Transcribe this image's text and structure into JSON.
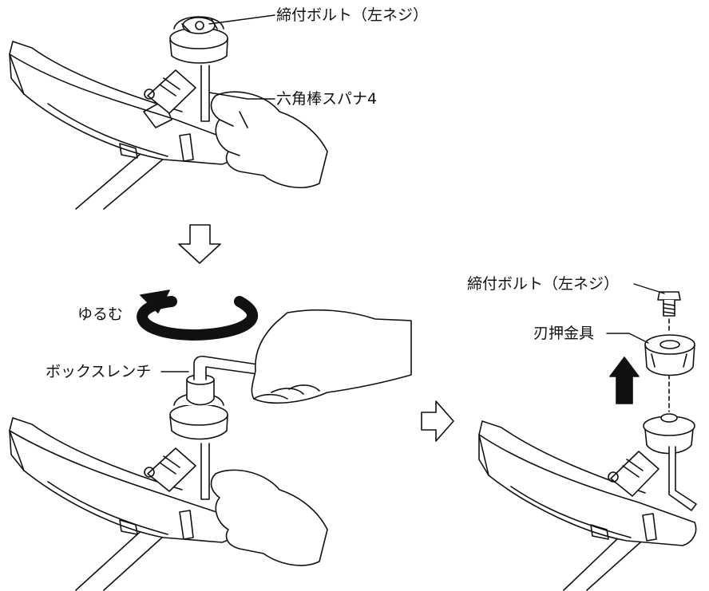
{
  "labels": {
    "top_bolt": "締付ボルト（左ネジ）",
    "hex_wrench": "六角棒スパナ4",
    "loosen": "ゆるむ",
    "box_wrench": "ボックスレンチ",
    "right_bolt": "締付ボルト（左ネジ）",
    "blade_holder": "刃押金具"
  },
  "colors": {
    "line": "#111111",
    "fill": "#ffffff",
    "shade": "#e9e9e9"
  }
}
